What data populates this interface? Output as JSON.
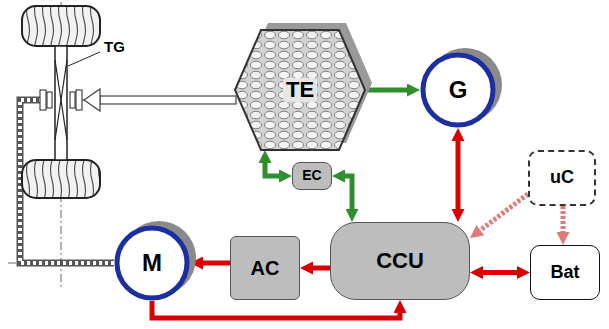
{
  "diagram": {
    "nodes": [
      {
        "text": [
          "TE"
        ]
      },
      {
        "text": [
          "G"
        ]
      },
      {
        "text": [
          "uC"
        ]
      },
      {
        "text": [
          "EC"
        ]
      },
      {
        "text": [
          "M"
        ]
      },
      {
        "text": [
          "AC"
        ]
      },
      {
        "text": [
          "CCU"
        ]
      },
      {
        "text": [
          "Bat"
        ]
      }
    ],
    "edges": [
      {
        "from": 0,
        "to": 1,
        "arrow": "to"
      },
      {
        "from": 0,
        "to": 3,
        "arrow": "both"
      },
      {
        "from": 3,
        "to": 6,
        "arrow": "both"
      },
      {
        "from": 1,
        "to": 6,
        "arrow": "both"
      },
      {
        "from": 6,
        "to": 5,
        "arrow": "to"
      },
      {
        "from": 5,
        "to": 4,
        "arrow": "to"
      },
      {
        "from": 4,
        "to": 6,
        "arrow": "to"
      },
      {
        "from": 6,
        "to": 7,
        "arrow": "both"
      },
      {
        "from": 2,
        "to": 6,
        "arrow": "to"
      },
      {
        "from": 2,
        "to": 7,
        "arrow": "to"
      }
    ],
    "labels": [
      "TG"
    ]
  }
}
